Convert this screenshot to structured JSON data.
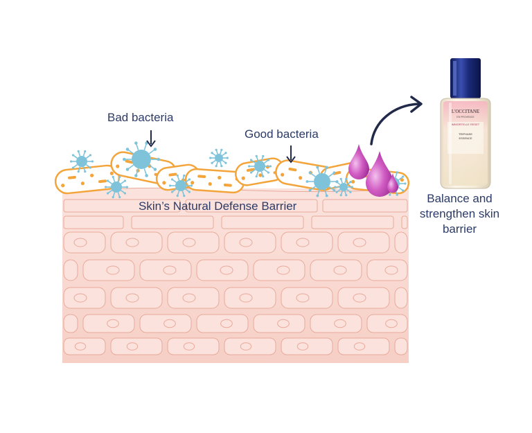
{
  "labels": {
    "bad_bacteria": "Bad bacteria",
    "good_bacteria": "Good bacteria",
    "barrier": "Skin’s Natural Defense Barrier",
    "benefit": "Balance and strengthen skin barrier"
  },
  "product": {
    "brand": "L'OCCITANE",
    "brand_sub": "EN PROVENCE",
    "line": "IMMORTELLE RESET",
    "name_1": "TRIPHASE",
    "name_2": "ESSENCE"
  },
  "colors": {
    "text": "#2b3a67",
    "skin_fill": "#f7d4cc",
    "skin_stroke": "#e8a99a",
    "cell_fill": "#fbe2dc",
    "good_bacteria_fill": "#ffffff",
    "good_bacteria_stroke": "#f3a43a",
    "bad_bacteria": "#7ec3da",
    "drop": "#c64bb5",
    "arrow": "#222a4a",
    "bottle_cap": "#1b2a78"
  }
}
